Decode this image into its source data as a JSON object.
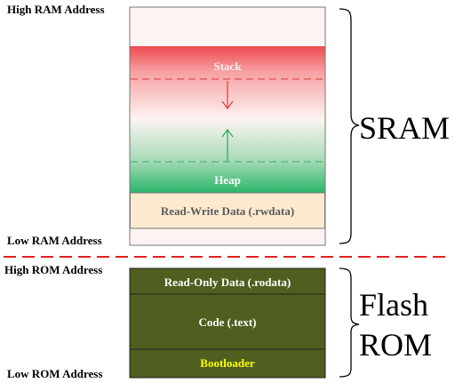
{
  "addresses": {
    "high_ram": "High RAM Address",
    "low_ram": "Low RAM Address",
    "high_rom": "High ROM Address",
    "low_rom": "Low ROM Address"
  },
  "sram": {
    "stack": "Stack",
    "heap": "Heap",
    "rwdata": "Read-Write Data (.rwdata)",
    "label": "SRAM"
  },
  "flash": {
    "rodata": "Read-Only Data (.rodata)",
    "text": "Code (.text)",
    "bootloader": "Bootloader",
    "label_line1": "Flash",
    "label_line2": "ROM"
  },
  "colors": {
    "stack_red": "#ee4a50",
    "heap_green": "#2ab56a",
    "rwdata_fill": "#fde9d0",
    "sram_bg": "#fcf4f2",
    "flash_fill": "#4e5f1f",
    "bootloader_text": "#ffff00",
    "separator_red": "#e02020"
  }
}
